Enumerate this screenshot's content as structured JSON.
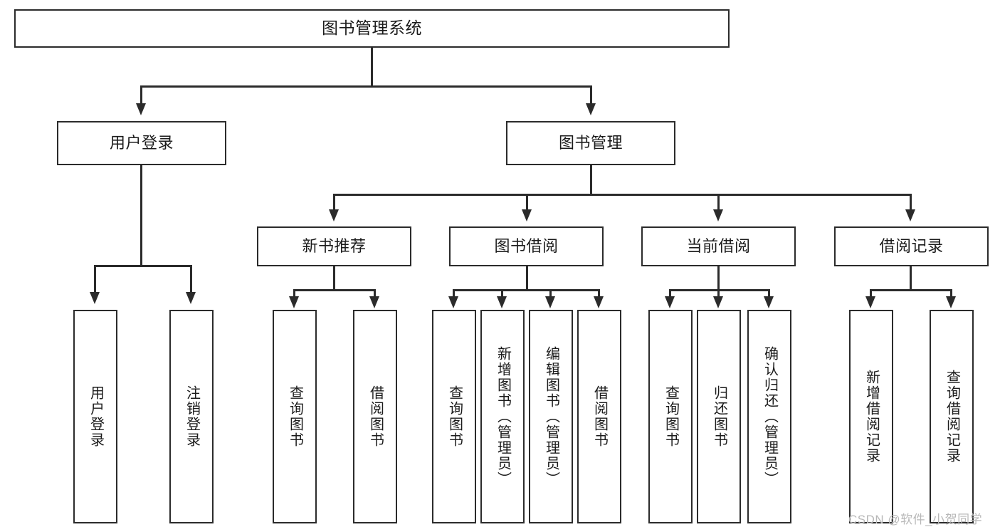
{
  "diagram": {
    "title": "图书管理系统",
    "root": {
      "label": "图书管理系统"
    },
    "level2": [
      {
        "label": "用户登录"
      },
      {
        "label": "图书管理"
      }
    ],
    "level3": [
      {
        "label": "新书推荐"
      },
      {
        "label": "图书借阅"
      },
      {
        "label": "当前借阅"
      },
      {
        "label": "借阅记录"
      }
    ],
    "leaves": {
      "user_login": [
        {
          "label": "用户登录"
        },
        {
          "label": "注销登录"
        }
      ],
      "new_book_recommend": [
        {
          "label": "查询图书"
        },
        {
          "label": "借阅图书"
        }
      ],
      "book_borrow": [
        {
          "label": "查询图书"
        },
        {
          "label": "新增图书（管理员）"
        },
        {
          "label": "编辑图书（管理员）"
        },
        {
          "label": "借阅图书"
        }
      ],
      "current_borrow": [
        {
          "label": "查询图书"
        },
        {
          "label": "归还图书"
        },
        {
          "label": "确认归还（管理员）"
        }
      ],
      "borrow_record": [
        {
          "label": "新增借阅记录"
        },
        {
          "label": "查询借阅记录"
        }
      ]
    }
  },
  "watermark": {
    "text": "CSDN @软件_小贺同学"
  },
  "colors": {
    "stroke": "#2b2b2b",
    "background": "#ffffff",
    "text": "#1b1b1b",
    "watermark": "#b8b8b8"
  }
}
